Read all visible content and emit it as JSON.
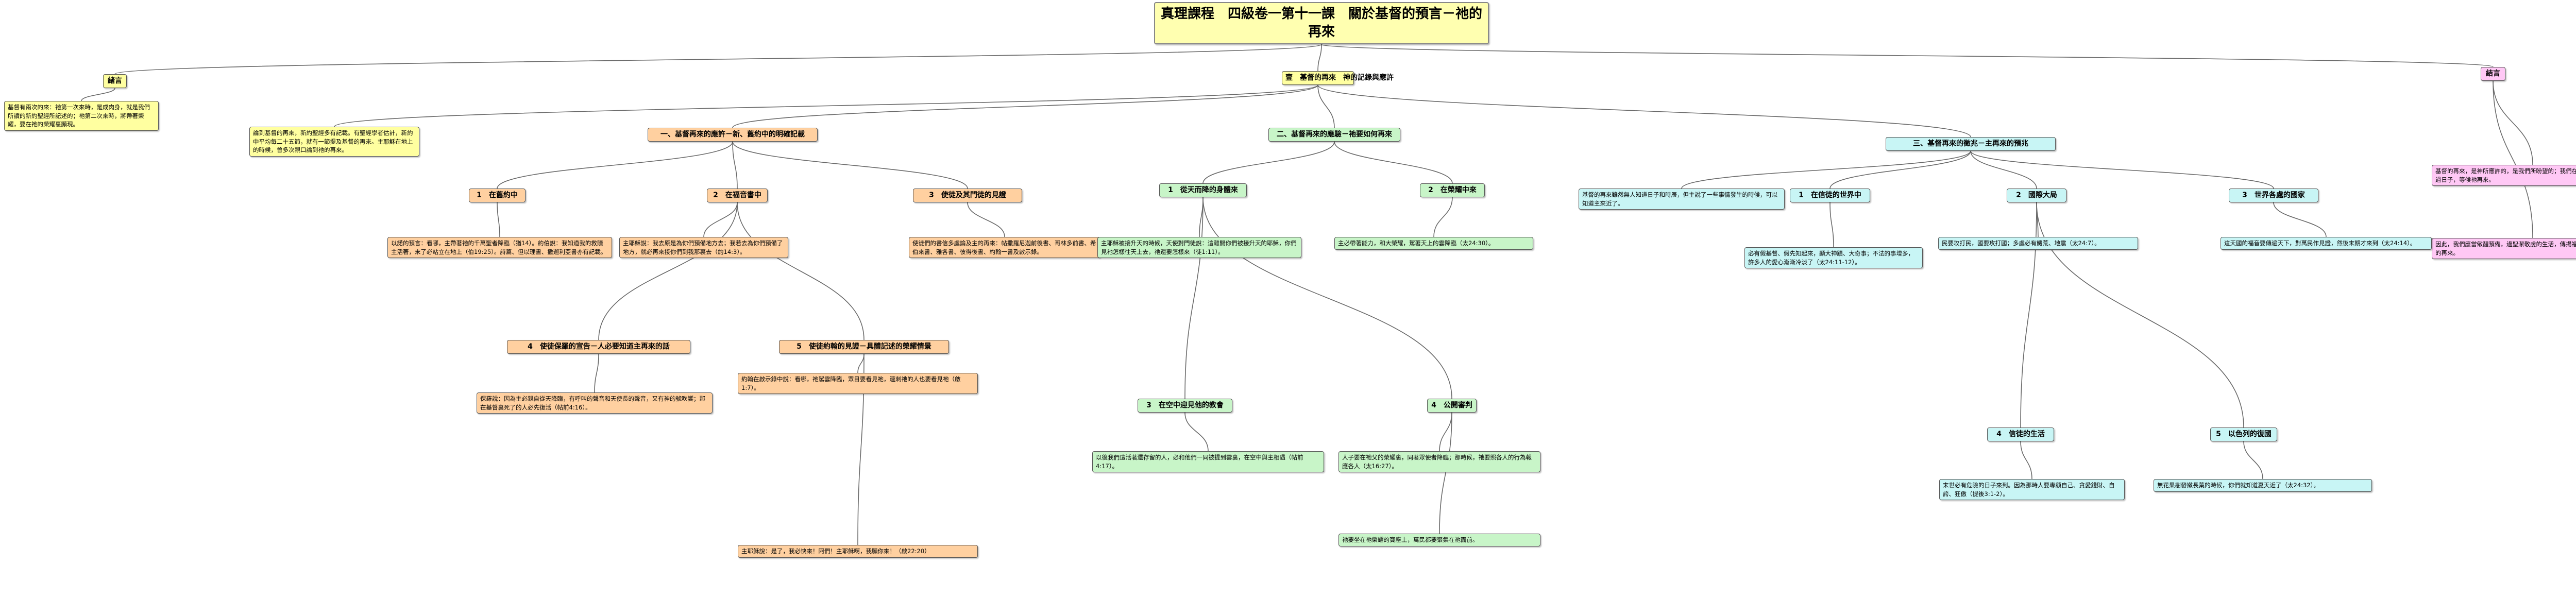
{
  "title": "真理課程　四級卷一第十一課　關於基督的預言－祂的再來",
  "intro": {
    "label": "緒言",
    "text": "基督有兩次的來：祂第一次來時，是成肉身，就是我們所讀的新約聖經所記述的；祂第二次來時，將帶著榮耀，要在祂的榮耀裏顯現。"
  },
  "main": {
    "label": "壹　基督的再來　神的記錄與應許",
    "text": "論到基督的再來，新約聖經多有記載。有聖經學者估計，新約中平均每二十五節，就有一節提及基督的再來。主耶穌在地上的時候，曾多次親口論到祂的再來。"
  },
  "conclusion": {
    "label": "結言",
    "texts": [
      "基督的再來，是神所應許的，是我們所盼望的；我們在世時要以敬畏的心過日子，等候祂再來。",
      "因此，我們應當儆醒預備，過聖潔敬虔的生活，傳揚福音，等候並催促主的再來。"
    ]
  },
  "sections": [
    {
      "label": "一、基督再來的應許－新、舊約中的明確記載",
      "subs": [
        {
          "label": "1　在舊約中",
          "text": "以諾的預言：看哪，主帶著祂的千萬聖者降臨（猶14）。約伯說：我知道我的救贖主活著，末了必站立在地上（伯19:25）。詩篇、但以理書、撒迦利亞書亦有記載。"
        },
        {
          "label": "2　在福音書中",
          "text": "主耶穌說：我去原是為你們預備地方去；我若去為你們預備了地方，就必再來接你們到我那裏去（約14:3）。"
        },
        {
          "label": "3　使徒及其門徒的見證",
          "text": "使徒們的書信多處論及主的再來：帖撒羅尼迦前後書、哥林多前書、希伯來書、雅各書、彼得後書、約翰一書及啟示錄。"
        },
        {
          "label": "4　使徒保羅的宣告－人必要知道主再來的話",
          "text": "保羅說：因為主必親自從天降臨，有呼叫的聲音和天使長的聲音，又有神的號吹響；那在基督裏死了的人必先復活（帖前4:16）。"
        },
        {
          "label": "5　使徒約翰的見證－具體記述的榮耀情景",
          "texts": [
            "約翰在啟示錄中說：看哪，祂駕雲降臨，眾目要看見祂，連刺祂的人也要看見祂（啟1:7）。",
            "主耶穌說：是了，我必快來！阿們！主耶穌啊，我願你來！（啟22:20）"
          ]
        }
      ]
    },
    {
      "label": "二、基督再來的應驗－祂要如何再來",
      "subs": [
        {
          "label": "1　從天而降的身體來",
          "text": "主耶穌被接升天的時候，天使對門徒說：這離開你們被接升天的耶穌，你們見祂怎樣往天上去，祂還要怎樣來（徒1:11）。"
        },
        {
          "label": "2　在榮耀中來",
          "text": "主必帶著能力，和大榮耀，駕著天上的雲降臨（太24:30）。"
        },
        {
          "label": "3　在空中迎見他的教會",
          "text": "以後我們這活著還存留的人，必和他們一同被提到雲裏，在空中與主相遇（帖前4:17）。"
        },
        {
          "label": "4　公開審判",
          "texts": [
            "人子要在祂父的榮耀裏，同著眾使者降臨；那時候，祂要照各人的行為報應各人（太16:27）。",
            "祂要坐在祂榮耀的寶座上，萬民都要聚集在祂面前。"
          ]
        }
      ]
    },
    {
      "label": "三、基督再來的徵兆－主再來的預兆",
      "text": "基督的再來雖然無人知道日子和時辰，但主說了一些事情發生的時候，可以知道主來近了。",
      "subs": [
        {
          "label": "1　在信徒的世界中",
          "text": "必有假基督、假先知起來，顯大神蹟、大奇事；不法的事增多，許多人的愛心漸漸冷淡了（太24:11-12）。"
        },
        {
          "label": "2　國際大局",
          "text": "民要攻打民，國要攻打國；多處必有饑荒、地震（太24:7）。"
        },
        {
          "label": "3　世界各處的國家",
          "text": "這天國的福音要傳遍天下，對萬民作見證，然後末期才來到（太24:14）。"
        },
        {
          "label": "4　信徒的生活",
          "text": "末世必有危險的日子來到。因為那時人要專顧自己、貪愛錢財、自誇、狂傲（提後3:1-2）。"
        },
        {
          "label": "5　以色列的復國",
          "text": "無花果樹發嫩長葉的時候，你們就知道夏天近了（太24:32）。"
        }
      ]
    }
  ]
}
